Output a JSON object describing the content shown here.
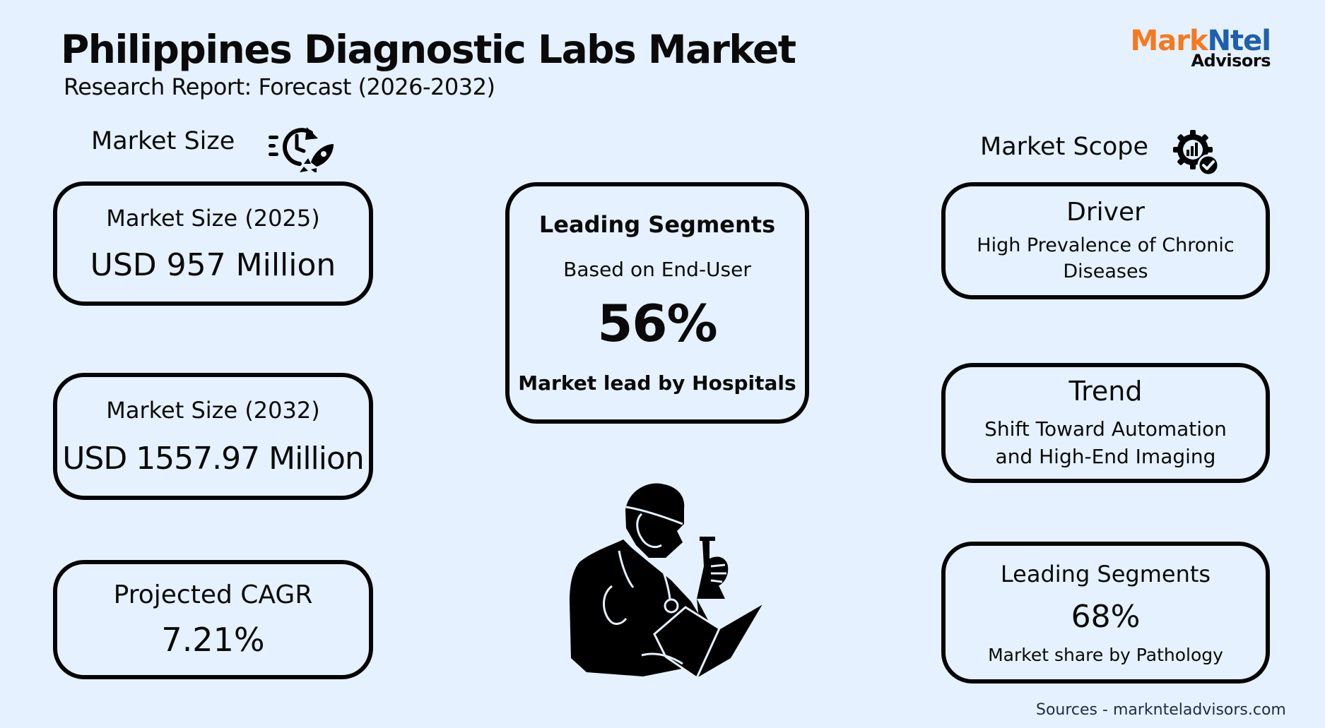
{
  "header": {
    "title": "Philippines Diagnostic Labs Market",
    "subtitle": "Research Report: Forecast (2026-2032)"
  },
  "logo": {
    "part1": "Mark",
    "part2": "Ntel",
    "part3": "Advisors",
    "colors": {
      "mark": "#f47a20",
      "ntel": "#1f5fad",
      "advisors": "#0a0a0a"
    }
  },
  "market_size": {
    "heading": "Market Size",
    "icon": "clock-rocket-icon",
    "cards": [
      {
        "label": "Market Size (2025)",
        "value": "USD 957 Million"
      },
      {
        "label": "Market Size (2032)",
        "value": "USD 1557.97 Million"
      },
      {
        "label": "Projected CAGR",
        "value": "7.21%"
      }
    ]
  },
  "center": {
    "title": "Leading Segments",
    "basis": "Based on End-User",
    "value": "56%",
    "caption": "Market lead by Hospitals",
    "illustration": "doctor-with-flask-and-book-icon"
  },
  "market_scope": {
    "heading": "Market Scope",
    "icon": "gear-chart-check-icon",
    "cards": [
      {
        "title": "Driver",
        "text_lines": [
          "High Prevalence of Chronic",
          "Diseases"
        ]
      },
      {
        "title": "Trend",
        "text_lines": [
          "Shift Toward Automation",
          "and High-End Imaging"
        ]
      },
      {
        "title": "Leading Segments",
        "value": "68%",
        "caption": "Market share by Pathology"
      }
    ]
  },
  "footer": {
    "sources": "Sources - marknteladvisors.com"
  },
  "colors": {
    "background": "#e5f1fe",
    "border": "#050505",
    "text": "#0a0a0a",
    "sources_text": "#1f2c48"
  }
}
